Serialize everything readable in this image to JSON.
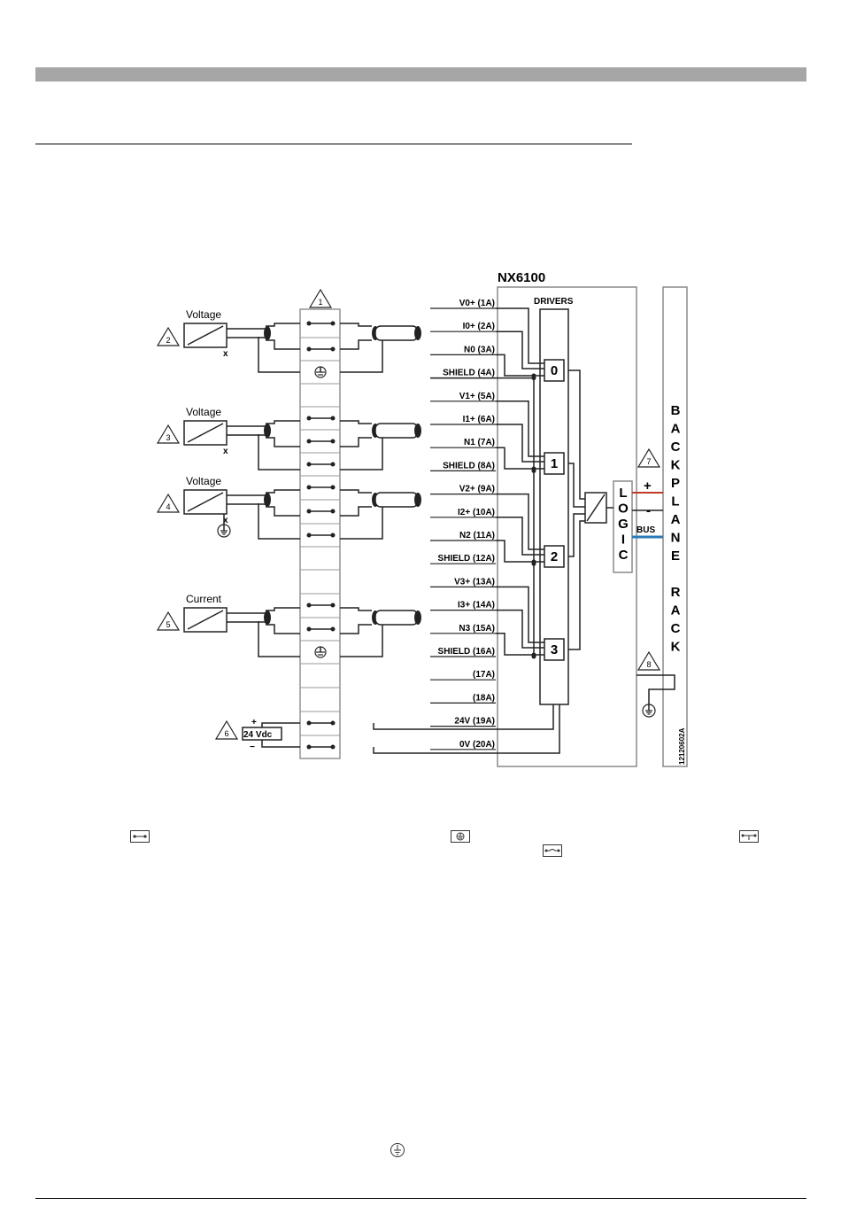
{
  "diagram": {
    "module_title": "NX6100",
    "drivers_label": "DRIVERS",
    "logic_letters": [
      "L",
      "O",
      "G",
      "I",
      "C"
    ],
    "backplane_letters": [
      "B",
      "A",
      "C",
      "K",
      "P",
      "L",
      "A",
      "N",
      "E",
      "",
      "R",
      "A",
      "C",
      "K"
    ],
    "bus_label": "BUS",
    "plus_sign": "+",
    "minus_sign": "-",
    "drawing_code": "12120602A",
    "channels": [
      "0",
      "1",
      "2",
      "3"
    ],
    "terminals": [
      "V0+ (1A)",
      "I0+ (2A)",
      "N0 (3A)",
      "SHIELD (4A)",
      "V1+ (5A)",
      "I1+ (6A)",
      "N1 (7A)",
      "SHIELD (8A)",
      "V2+ (9A)",
      "I2+ (10A)",
      "N2 (11A)",
      "SHIELD (12A)",
      "V3+ (13A)",
      "I3+ (14A)",
      "N3 (15A)",
      "SHIELD (16A)",
      "(17A)",
      "(18A)",
      "24V (19A)",
      "0V (20A)"
    ],
    "sensors": [
      {
        "label": "Voltage",
        "note": "2"
      },
      {
        "label": "Voltage",
        "note": "3"
      },
      {
        "label": "Voltage",
        "note": "4"
      },
      {
        "label": "Current",
        "note": "5"
      }
    ],
    "supply": {
      "label": "24 Vdc",
      "note": "6",
      "plus": "+",
      "minus": "−"
    },
    "notes": [
      "1",
      "7",
      "8"
    ]
  },
  "legend": {
    "icons": [
      "terminal-link-icon",
      "ground-terminal-icon",
      "fuse-terminal-icon",
      "switch-terminal-icon",
      "protective-earth-icon"
    ]
  }
}
